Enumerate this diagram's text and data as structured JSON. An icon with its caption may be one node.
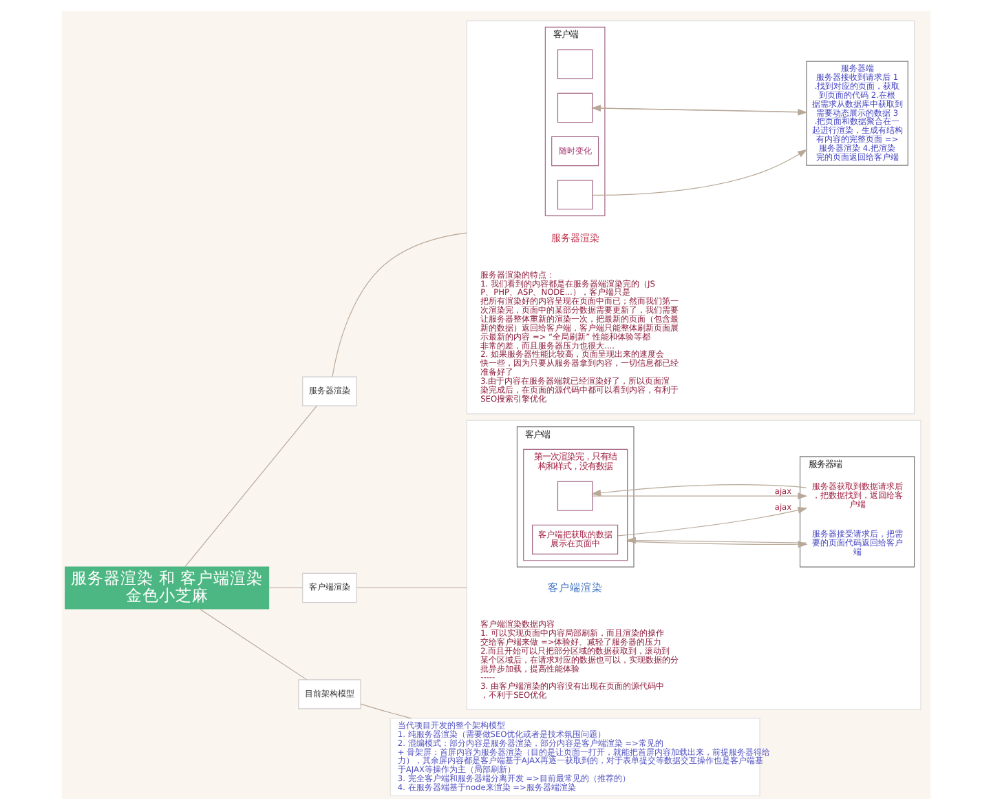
{
  "diagram": {
    "nodes": [
      {
        "text": [
          "服务器渲染 和 客户端渲染",
          "金色小芝麻"
        ]
      },
      {
        "text": [
          "服务器渲染"
        ]
      },
      {
        "text": [],
        "shape": "box"
      },
      {
        "text": [
          "客户端"
        ],
        "in": 2
      },
      {
        "text": [],
        "shape": "box",
        "in": 3
      },
      {
        "text": [],
        "shape": "box",
        "in": 3
      },
      {
        "text": [
          "随时变化"
        ],
        "in": 3
      },
      {
        "text": [],
        "shape": "box",
        "in": 3
      },
      {
        "text": [
          "服务器端",
          "服务器接收到请求后 1.找到对应的页面，获取到页面的代码 2.在根据需求从数据库中获取到需要动态展示的数据 3.把页面和数据聚合在一起进行渲染，生成有结构有内容的完整页面 =>服务器渲染 4.把渲染完的页面返回给客户端"
        ],
        "in": 2
      },
      {
        "text": [
          "服务器渲染的特点：",
          "1. 我们看到的内容都是在服务器端渲染完的（JSP、PHP、ASP、NODE...），客户端只是把所有渲染好的内容呈现在页面中而已；然而我们第一次渲染完，页面中的某部分数据需要更新了，我们需要让服务器整体重新的渲染一次，把最新的页面（包含最新的数据）返回给客户端，客户端只能整体刷新页面展示最新的内容 => “全局刷新” 性能和体验等都非常的差，而且服务器压力也很大....",
          "2. 如果服务器性能比较高，页面呈现出来的速度会快一些，因为只要从服务器拿到内容，一切信息都已经准备好了",
          "3.由于内容在服务器端就已经渲染好了，所以页面渲染完成后，在页面的源代码中都可以看到内容，有利于SEO搜索引擎优化"
        ],
        "in": 2
      },
      {
        "text": [
          "客户端渲染"
        ]
      },
      {
        "text": [],
        "shape": "box"
      },
      {
        "text": [
          "客户端"
        ],
        "in": 11
      },
      {
        "text": [
          "第一次渲染完，只有结构和样式，没有数据"
        ],
        "in": 12
      },
      {
        "text": [
          "客户端把获取的数据展示在页面中"
        ],
        "in": 13
      },
      {
        "text": [],
        "shape": "box",
        "in": 13
      },
      {
        "text": [
          "服务器端"
        ],
        "in": 11
      },
      {
        "text": [
          "服务器接受请求后，把需要的页面代码返回给客户端"
        ],
        "in": 16
      },
      {
        "text": [
          "服务器获取到数据请求后，把数据找到，返回给客户端"
        ],
        "in": 16
      },
      {
        "text": [
          "客户端渲染数据内容",
          "1. 可以实现页面中内容局部刷新，而且渲染的操作交给客户端来做 =>体验好、减轻了服务器的压力",
          "2.而且开始可以只把部分区域的数据获取到，滚动到某个区域后，在请求对应的数据也可以，实现数据的分批异步加载，提高性能体验",
          "-----",
          "3. 由客户端渲染的内容没有出现在页面的源代码中，不利于SEO优化"
        ],
        "in": 11
      },
      {
        "text": [
          "目前架构模型"
        ]
      },
      {
        "text": [
          "当代项目开发的整个架构模型",
          "1. 纯服务器渲染（需要做SEO优化或者是技术氛围问题）",
          "2. 混编模式：部分内容是服务器渲染，部分内容是客户端渲染 =>常见的",
          "+ 骨架屏：首屏内容为服务器渲染（目的是让页面一打开，就能把首屏内容加载出来，前提服务器得给力），其余屏内容都是客户端基于AJAX再逐一获取到的，对于表单提交等数据交互操作也是客户端基于AJAX等操作为主（局部刷新）",
          "3. 完全客户端和服务器端分离开发 =>目前最常见的（推荐的）",
          "4. 在服务器端基于node来渲染 =>服务器端渲染"
        ]
      },
      {
        "text": [
          "服务器渲染"
        ],
        "in": 2
      },
      {
        "text": [
          "客户端渲染"
        ],
        "in": 11
      }
    ],
    "edges": [
      {
        "from": 0,
        "to": 1,
        "arrow": "none"
      },
      {
        "from": 1,
        "to": 2,
        "arrow": "none"
      },
      {
        "from": 5,
        "to": 8,
        "arrow": "to"
      },
      {
        "from": 8,
        "to": 5,
        "arrow": "to"
      },
      {
        "from": 7,
        "to": 8,
        "arrow": "to"
      },
      {
        "from": 0,
        "to": 10,
        "arrow": "none"
      },
      {
        "from": 10,
        "to": 11,
        "arrow": "none"
      },
      {
        "from": 13,
        "to": 17,
        "arrow": "to"
      },
      {
        "from": 17,
        "to": 13,
        "arrow": "to"
      },
      {
        "from": 14,
        "to": 18,
        "arrow": "to",
        "label": "ajax"
      },
      {
        "from": 15,
        "to": 18,
        "arrow": "to",
        "label": "ajax"
      },
      {
        "from": 18,
        "to": 15,
        "arrow": "to"
      },
      {
        "from": 0,
        "to": 20,
        "arrow": "none"
      },
      {
        "from": 20,
        "to": 21,
        "arrow": "none"
      }
    ]
  }
}
